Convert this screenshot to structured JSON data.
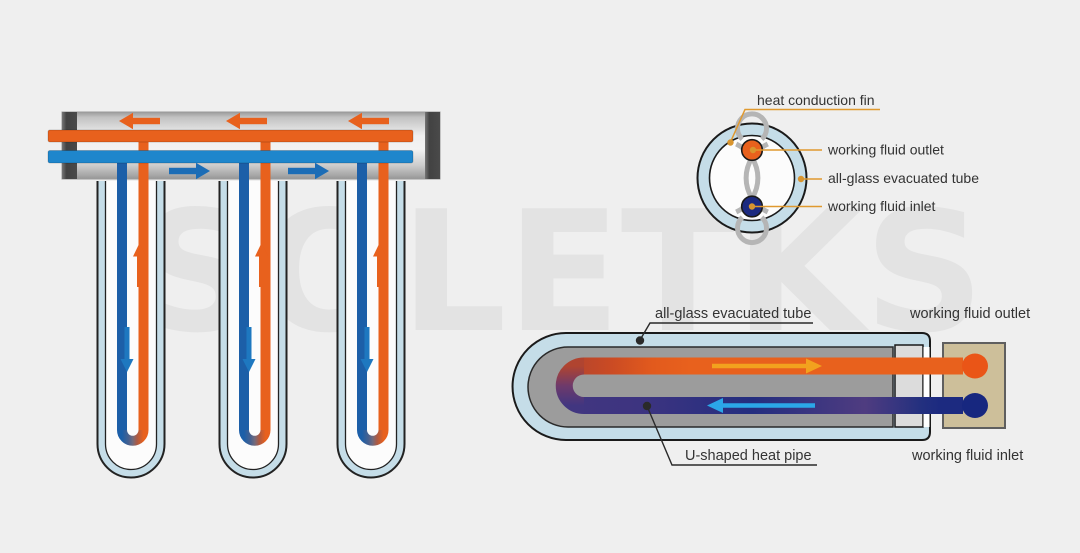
{
  "watermark": {
    "text": "SOLETKS"
  },
  "cross_section_diagram": {
    "labels": {
      "fin": "heat conduction fin",
      "outlet": "working fluid outlet",
      "tube": "all-glass evacuated tube",
      "inlet": "working fluid inlet"
    }
  },
  "side_view_diagram": {
    "labels": {
      "tube": "all-glass evacuated tube",
      "outlet": "working fluid outlet",
      "pipe": "U-shaped heat pipe",
      "inlet": "working fluid inlet"
    }
  },
  "colors": {
    "background": "#efefef",
    "watermark": "#e3e3e3",
    "orange": "#e8611d",
    "blue_supply": "#1e86cc",
    "blue_return": "#1c5fa8",
    "blue_arrow": "#1c6db6",
    "tube_down_arrow": "#1e78c0",
    "navy": "#1c2a80",
    "navy_port": "#17277f",
    "orange_port": "#ea5517",
    "light_blue_arrow": "#2ba7e8",
    "amber_arrow": "#f2a21e",
    "glass": "#c5dde8",
    "glass_interior": "#fcfcfc",
    "fin_grey": "#b5b5b5",
    "absorber_grey": "#9c9c9c",
    "mouth_grey": "#dcdcdc",
    "tan_block": "#cdbf9a",
    "leader_amber": "#e0992f",
    "leader_dot_amber": "#d9952e",
    "leader_black": "#2a2a2a",
    "label_text": "#333333"
  }
}
